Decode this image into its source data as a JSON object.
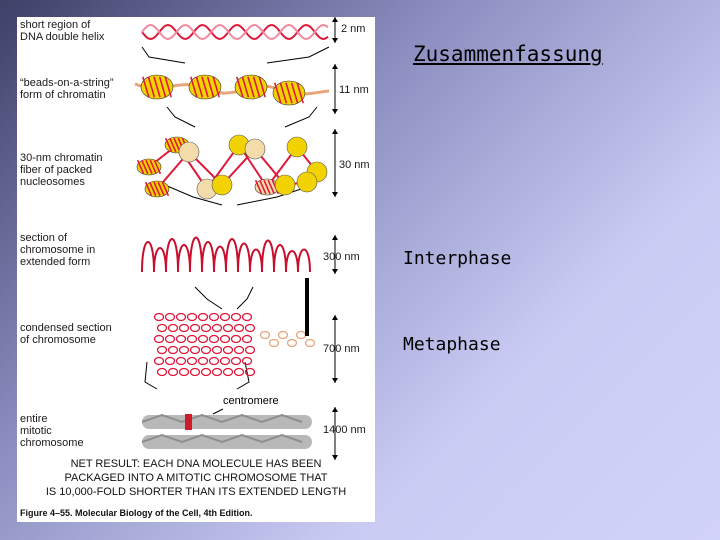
{
  "slide": {
    "title": "Zusammenfassung",
    "interphase": "Interphase",
    "metaphase": "Metaphase"
  },
  "figure": {
    "labels": [
      "short region of\nDNA double helix",
      "“beads-on-a-string”\nform of chromatin",
      "30-nm chromatin\nfiber of packed\nnucleosomes",
      "section of\nchromosome in\nextended form",
      "condensed section\nof chromosome",
      "entire\nmitotic\nchromosome"
    ],
    "scales": [
      "2 nm",
      "11 nm",
      "30 nm",
      "300 nm",
      "700 nm",
      "1400 nm"
    ],
    "centromere": "centromere",
    "net_result": "NET RESULT: EACH DNA MOLECULE HAS BEEN\nPACKAGED INTO A MITOTIC CHROMOSOME THAT\nIS 10,000-FOLD SHORTER THAN ITS EXTENDED LENGTH",
    "caption": "Figure 4–55. Molecular Biology of the Cell, 4th Edition."
  },
  "colors": {
    "dna": "#e0193a",
    "nucleosome": "#f2d200",
    "nucleosome_pale": "#f3dcaa",
    "linker": "#e8a57a",
    "chromosome": "#b5b5b5",
    "centromere": "#d01a2a"
  }
}
